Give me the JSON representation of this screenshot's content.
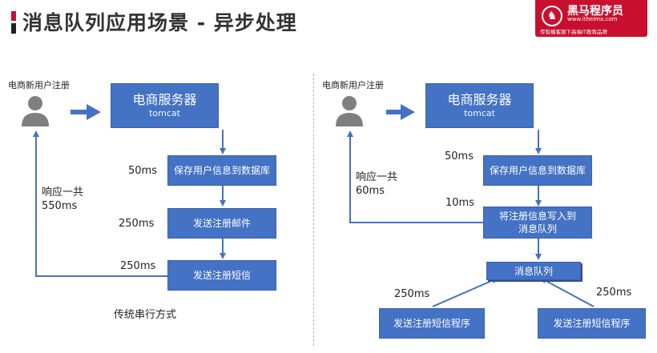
{
  "header": {
    "title": "消息队列应用场景 - 异步处理",
    "logo": {
      "name": "黑马程序员",
      "url": "www.itheima.com",
      "slogan": "传智播客旗下高端IT教育品牌"
    }
  },
  "left": {
    "user_label": "电商新用户注册",
    "server": {
      "title": "电商服务器",
      "subtitle": "tomcat"
    },
    "steps": [
      {
        "label": "保存用户信息到数据库",
        "time": "50ms"
      },
      {
        "label": "发送注册邮件",
        "time": "250ms"
      },
      {
        "label": "发送注册短信",
        "time": "250ms"
      }
    ],
    "total_label": "响应一共",
    "total_time": "550ms",
    "caption": "传统串行方式"
  },
  "right": {
    "user_label": "电商新用户注册",
    "server": {
      "title": "电商服务器",
      "subtitle": "tomcat"
    },
    "save_step": {
      "label": "保存用户信息到数据库",
      "time": "50ms"
    },
    "mq_step": {
      "label": "将注册信息写入到消息队列",
      "time": "10ms"
    },
    "total_label": "响应一共",
    "total_time": "60ms",
    "queue_label": "消息队列",
    "consumers": [
      {
        "label": "发送注册短信程序",
        "time": "250ms"
      },
      {
        "label": "发送注册短信程序",
        "time": "250ms"
      }
    ]
  },
  "colors": {
    "box": "#4472c4",
    "accent": "#c8102e",
    "arrow": "#4472c4"
  }
}
